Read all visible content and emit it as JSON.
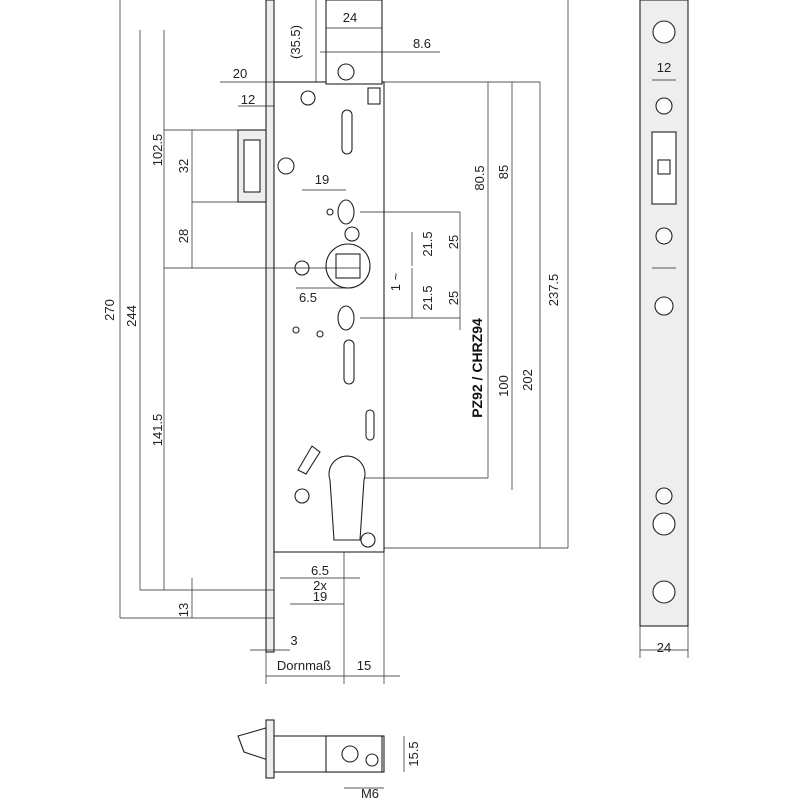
{
  "drawing": {
    "label_product": "PZ92 / CHRZ94",
    "label_backset": "Dornmaß",
    "dims": {
      "d270": "270",
      "d244": "244",
      "d1415": "141.5",
      "d1025": "102.5",
      "d32": "32",
      "d28": "28",
      "d20": "20",
      "d12a": "12",
      "d355": "(35.5)",
      "d24top": "24",
      "d86": "8.6",
      "d19a": "19",
      "d65a": "6.5",
      "d215a": "21.5",
      "d25a": "25",
      "d1tilde": "1 ~",
      "d215b": "21.5",
      "d25b": "25",
      "d805": "80.5",
      "d85": "85",
      "d2375": "237.5",
      "d100": "100",
      "d202": "202",
      "d65b": "6.5",
      "d2x": "2x",
      "d19b": "19",
      "d13": "13",
      "d3": "3",
      "d15": "15",
      "d12b": "12",
      "d24right": "24",
      "d155": "15.5",
      "dM6": "M6"
    }
  }
}
